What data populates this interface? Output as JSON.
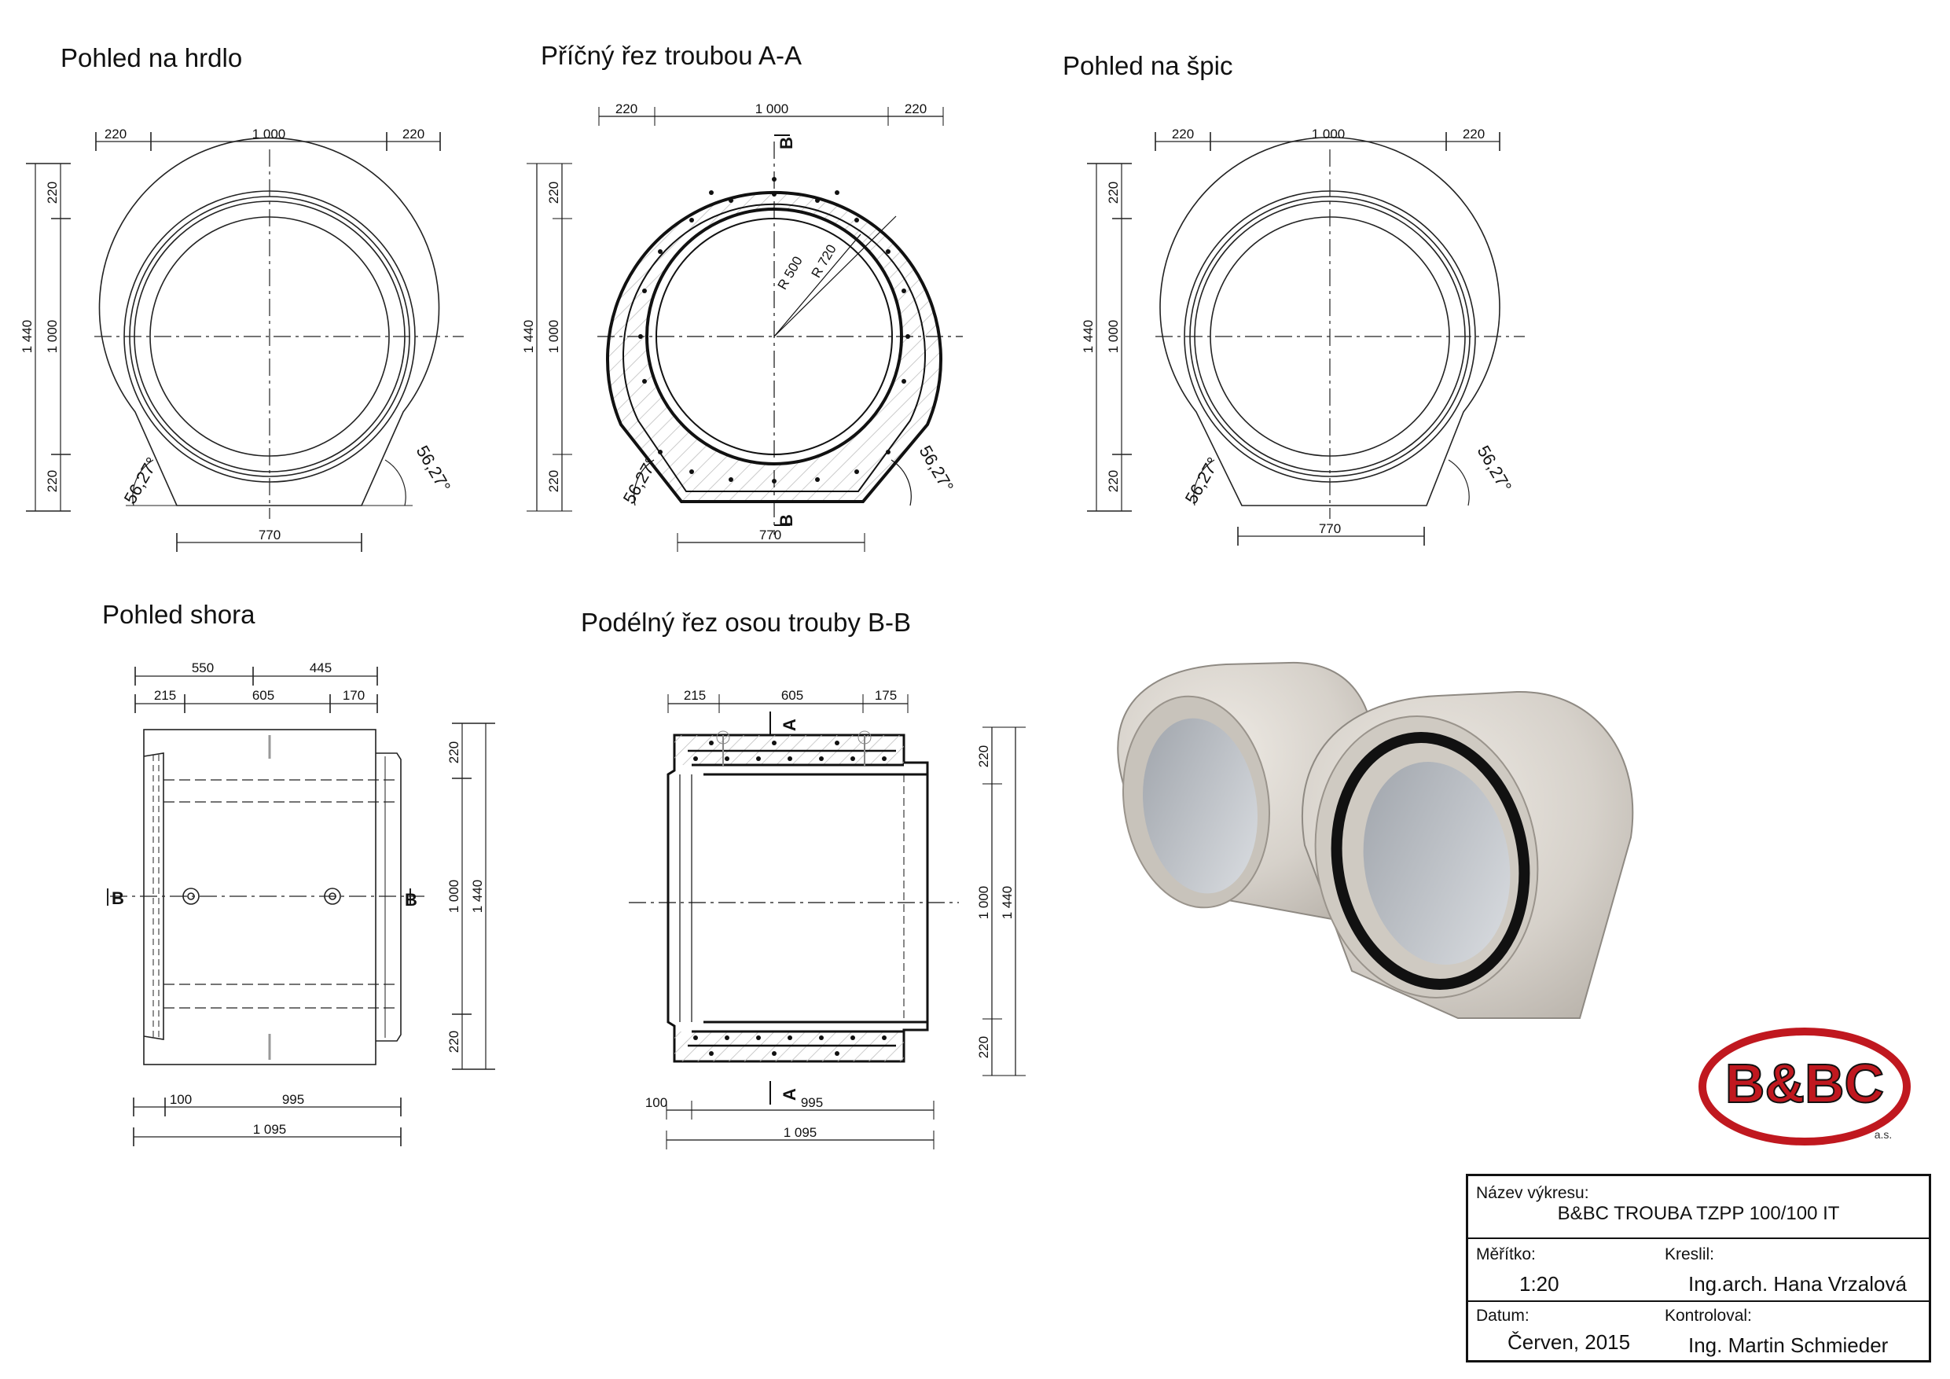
{
  "titles": {
    "front_socket": "Pohled na hrdlo",
    "section_aa": "Příčný řez troubou A-A",
    "front_spigot": "Pohled na špic",
    "top_view": "Pohled shora",
    "section_bb": "Podélný řez osou trouby B-B"
  },
  "dims": {
    "d220": "220",
    "d1000": "1 000",
    "d1440": "1 440",
    "d770": "770",
    "angle": "56,27°",
    "r500": "R 500",
    "r720": "R 720",
    "d550": "550",
    "d445": "445",
    "d215": "215",
    "d605": "605",
    "d170": "170",
    "d175": "175",
    "d100": "100",
    "d995": "995",
    "d1095": "1 095"
  },
  "section_marks": {
    "a": "A",
    "b": "B"
  },
  "logo": {
    "text": "B&BC",
    "sub": "a.s.",
    "color": "#c0181f"
  },
  "title_block": {
    "drawing_name_label": "Název výkresu:",
    "drawing_name": "B&BC TROUBA TZPP 100/100 IT",
    "scale_label": "Měřítko:",
    "scale": "1:20",
    "drawn_label": "Kreslil:",
    "drawn_by": "Ing.arch. Hana Vrzalová",
    "date_label": "Datum:",
    "date": "Červen, 2015",
    "checked_label": "Kontroloval:",
    "checked_by": "Ing. Martin Schmieder"
  }
}
